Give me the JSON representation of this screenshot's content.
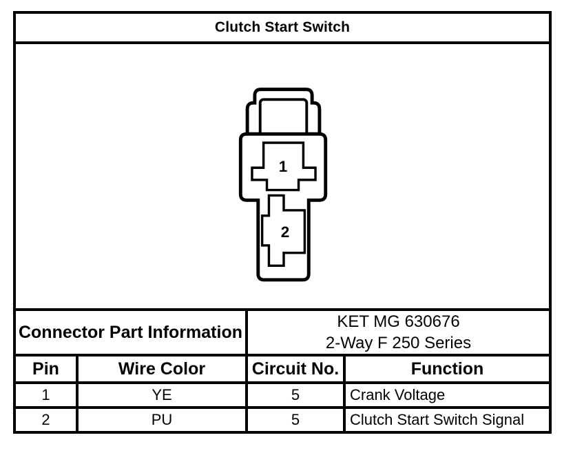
{
  "title": "Clutch Start Switch",
  "diagram": {
    "name": "2-way connector face view",
    "pin1_label": "1",
    "pin2_label": "2"
  },
  "part_info": {
    "label": "Connector Part Information",
    "value_line1": "KET MG 630676",
    "value_line2": "2-Way F 250 Series"
  },
  "table": {
    "headers": [
      "Pin",
      "Wire Color",
      "Circuit No.",
      "Function"
    ],
    "rows": [
      {
        "pin": "1",
        "wire_color": "YE",
        "circuit_no": "5",
        "function": "Crank Voltage"
      },
      {
        "pin": "2",
        "wire_color": "PU",
        "circuit_no": "5",
        "function": "Clutch Start Switch Signal"
      }
    ]
  },
  "colors": {
    "line": "#000000",
    "background": "#ffffff"
  }
}
